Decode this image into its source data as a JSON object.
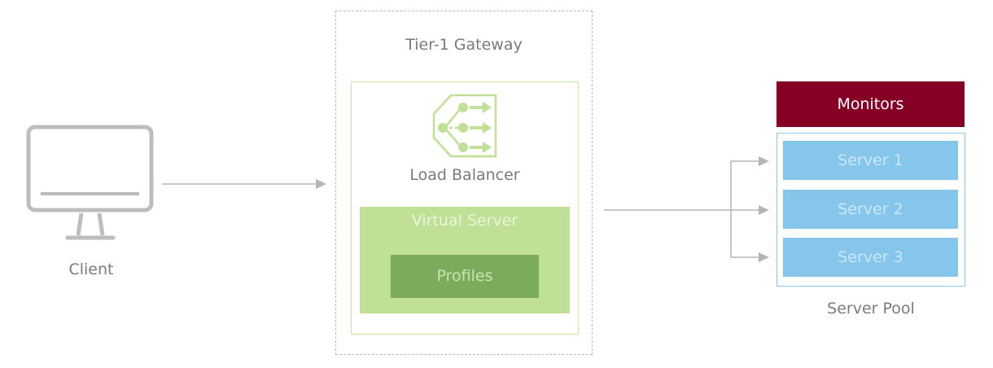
{
  "client": {
    "label": "Client"
  },
  "gateway": {
    "title": "Tier-1 Gateway"
  },
  "load_balancer": {
    "label": "Load Balancer",
    "virtual_server": {
      "label": "Virtual Server",
      "profiles_label": "Profiles"
    }
  },
  "monitors": {
    "label": "Monitors"
  },
  "server_pool": {
    "label": "Server Pool",
    "servers": [
      "Server 1",
      "Server 2",
      "Server 3"
    ]
  },
  "colors": {
    "monitors_bg": "#860026",
    "server_bg": "#86c6ea",
    "virtual_server_bg": "#bfe095",
    "profiles_bg": "#7aac5b",
    "lb_icon": "#bfe095",
    "connector": "#b5b5b5",
    "client_icon": "#bdbdbd"
  },
  "icons": {
    "client": "monitor-icon",
    "load_balancer": "load-balancer-icon"
  }
}
